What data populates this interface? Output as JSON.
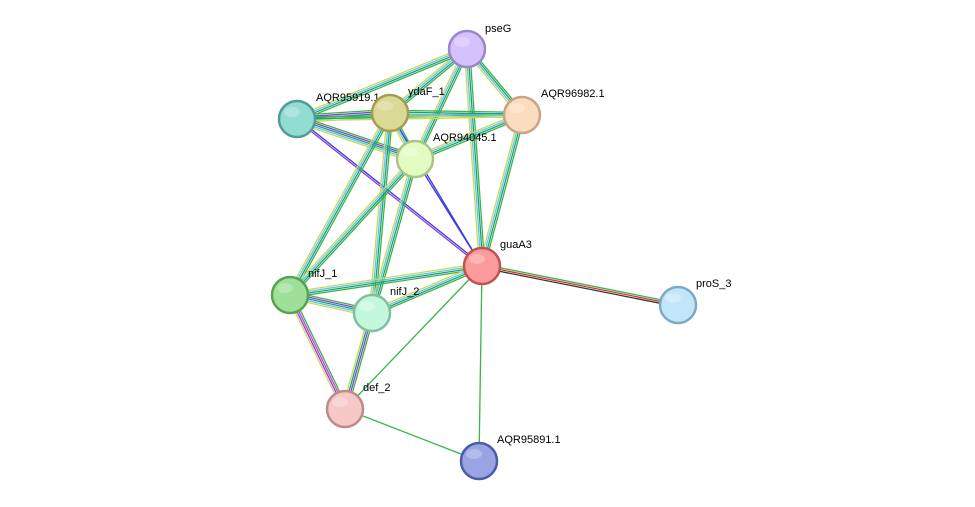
{
  "nodes": [
    {
      "id": "pseG",
      "label": "pseG",
      "fill": "#d4c2fb",
      "stroke": "#9a86c8"
    },
    {
      "id": "AQR95919.1",
      "label": "AQR95919.1",
      "fill": "#93dcd4",
      "stroke": "#4f9d96"
    },
    {
      "id": "ydaF_1",
      "label": "ydaF_1",
      "fill": "#dad995",
      "stroke": "#a19e52"
    },
    {
      "id": "AQR96982.1",
      "label": "AQR96982.1",
      "fill": "#fcdcbe",
      "stroke": "#c9a483"
    },
    {
      "id": "AQR94045.1",
      "label": "AQR94045.1",
      "fill": "#e3fcc4",
      "stroke": "#a9c585"
    },
    {
      "id": "guaA3",
      "label": "guaA3",
      "fill": "#fb9b9b",
      "stroke": "#c25252"
    },
    {
      "id": "nifJ_1",
      "label": "nifJ_1",
      "fill": "#9edf9a",
      "stroke": "#58a253"
    },
    {
      "id": "nifJ_2",
      "label": "nifJ_2",
      "fill": "#c3f8dc",
      "stroke": "#82bfa0"
    },
    {
      "id": "proS_3",
      "label": "proS_3",
      "fill": "#c2e6f9",
      "stroke": "#7fa9c2"
    },
    {
      "id": "def_2",
      "label": "def_2",
      "fill": "#f7c8c8",
      "stroke": "#bf8a8a"
    },
    {
      "id": "AQR95891.1",
      "label": "AQR95891.1",
      "fill": "#9aa4e3",
      "stroke": "#4b5ba5"
    }
  ],
  "edges": [
    {
      "source": "pseG",
      "target": "ydaF_1",
      "colors": [
        "#39b54a",
        "#1f9e7a",
        "#61c5e6",
        "#c9d95a"
      ]
    },
    {
      "source": "pseG",
      "target": "AQR96982.1",
      "colors": [
        "#39b54a",
        "#1f9e7a",
        "#61c5e6",
        "#c9d95a"
      ]
    },
    {
      "source": "pseG",
      "target": "AQR94045.1",
      "colors": [
        "#39b54a",
        "#1f9e7a",
        "#61c5e6",
        "#c9d95a"
      ]
    },
    {
      "source": "pseG",
      "target": "guaA3",
      "colors": [
        "#39b54a",
        "#1f9e7a",
        "#61c5e6",
        "#c9d95a"
      ]
    },
    {
      "source": "pseG",
      "target": "AQR95919.1",
      "colors": [
        "#39b54a",
        "#1f9e7a",
        "#61c5e6",
        "#c9d95a"
      ]
    },
    {
      "source": "AQR95919.1",
      "target": "ydaF_1",
      "colors": [
        "#39b54a",
        "#8b3fd9",
        "#1f9e7a",
        "#61c5e6",
        "#c9d95a"
      ]
    },
    {
      "source": "AQR95919.1",
      "target": "AQR94045.1",
      "colors": [
        "#39b54a",
        "#8b3fd9",
        "#1f9e7a",
        "#61c5e6",
        "#c9d95a"
      ]
    },
    {
      "source": "AQR95919.1",
      "target": "guaA3",
      "colors": [
        "#3b3be0",
        "#8b3fd9"
      ]
    },
    {
      "source": "AQR95919.1",
      "target": "AQR96982.1",
      "colors": [
        "#39b54a",
        "#1f9e7a",
        "#c9d95a"
      ]
    },
    {
      "source": "ydaF_1",
      "target": "AQR96982.1",
      "colors": [
        "#39b54a",
        "#1f9e7a",
        "#61c5e6",
        "#c9d95a"
      ]
    },
    {
      "source": "ydaF_1",
      "target": "AQR94045.1",
      "colors": [
        "#39b54a",
        "#1f9e7a",
        "#61c5e6",
        "#c9d95a"
      ]
    },
    {
      "source": "ydaF_1",
      "target": "guaA3",
      "colors": [
        "#3b3be0"
      ]
    },
    {
      "source": "ydaF_1",
      "target": "nifJ_1",
      "colors": [
        "#39b54a",
        "#1f9e7a",
        "#61c5e6",
        "#c9d95a"
      ]
    },
    {
      "source": "ydaF_1",
      "target": "nifJ_2",
      "colors": [
        "#39b54a",
        "#1f9e7a",
        "#61c5e6",
        "#c9d95a"
      ]
    },
    {
      "source": "AQR96982.1",
      "target": "AQR94045.1",
      "colors": [
        "#39b54a",
        "#1f9e7a",
        "#61c5e6",
        "#c9d95a"
      ]
    },
    {
      "source": "AQR96982.1",
      "target": "guaA3",
      "colors": [
        "#39b54a",
        "#1f9e7a",
        "#61c5e6",
        "#c9d95a"
      ]
    },
    {
      "source": "AQR94045.1",
      "target": "guaA3",
      "colors": [
        "#3b3be0"
      ]
    },
    {
      "source": "AQR94045.1",
      "target": "nifJ_1",
      "colors": [
        "#39b54a",
        "#1f9e7a",
        "#61c5e6",
        "#c9d95a"
      ]
    },
    {
      "source": "AQR94045.1",
      "target": "nifJ_2",
      "colors": [
        "#39b54a",
        "#1f9e7a",
        "#61c5e6",
        "#c9d95a"
      ]
    },
    {
      "source": "guaA3",
      "target": "nifJ_1",
      "colors": [
        "#39b54a",
        "#1f9e7a",
        "#61c5e6",
        "#c9d95a"
      ]
    },
    {
      "source": "guaA3",
      "target": "nifJ_2",
      "colors": [
        "#39b54a",
        "#1f9e7a",
        "#61c5e6",
        "#c9d95a"
      ]
    },
    {
      "source": "guaA3",
      "target": "proS_3",
      "colors": [
        "#39b54a",
        "#d43535",
        "#333333"
      ]
    },
    {
      "source": "guaA3",
      "target": "def_2",
      "colors": [
        "#39b54a"
      ]
    },
    {
      "source": "guaA3",
      "target": "AQR95891.1",
      "colors": [
        "#39b54a"
      ]
    },
    {
      "source": "nifJ_1",
      "target": "nifJ_2",
      "colors": [
        "#39b54a",
        "#8b3fd9",
        "#1f9e7a",
        "#61c5e6",
        "#c9d95a"
      ]
    },
    {
      "source": "nifJ_1",
      "target": "def_2",
      "colors": [
        "#39b54a",
        "#d43fd4",
        "#8b3fd9",
        "#c9d95a"
      ]
    },
    {
      "source": "nifJ_2",
      "target": "def_2",
      "colors": [
        "#39b54a",
        "#8b3fd9",
        "#1f9e7a",
        "#c9d95a"
      ]
    },
    {
      "source": "def_2",
      "target": "AQR95891.1",
      "colors": [
        "#39b54a"
      ]
    }
  ]
}
